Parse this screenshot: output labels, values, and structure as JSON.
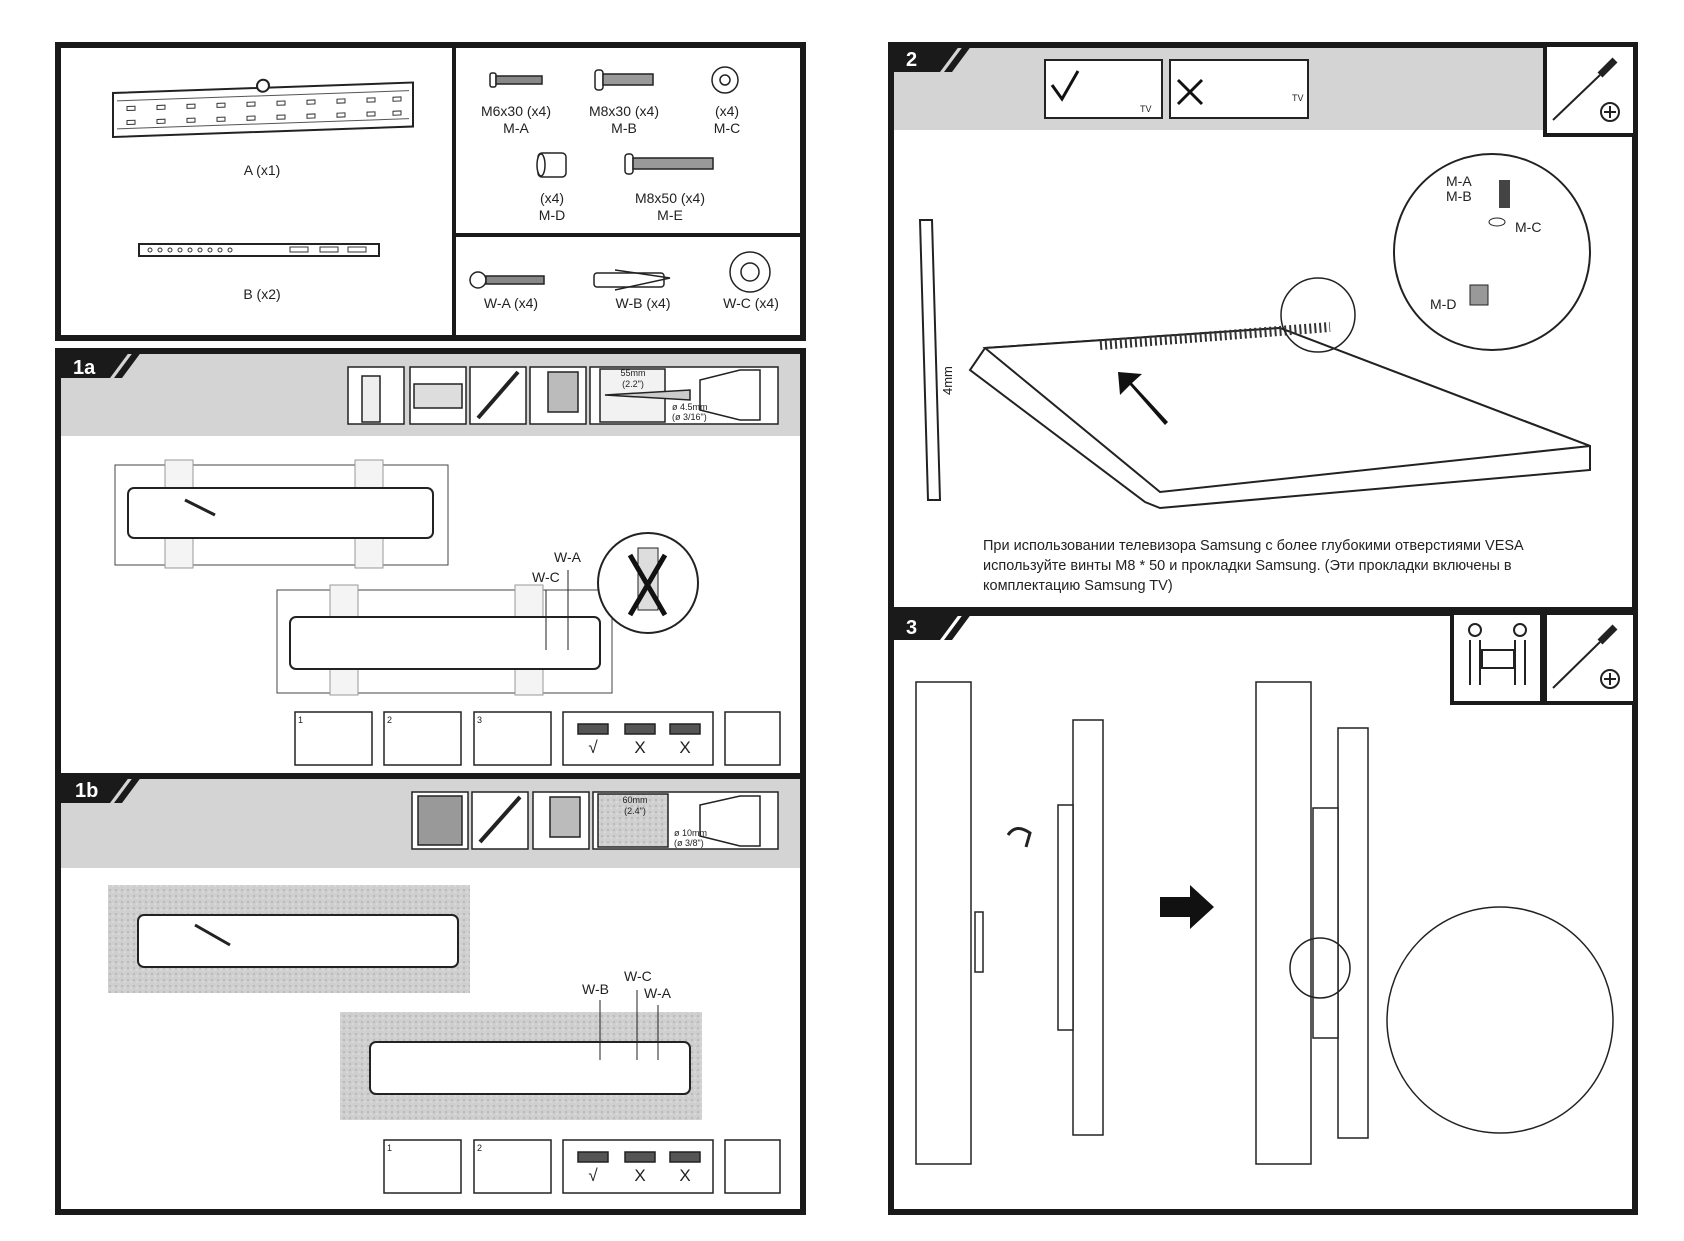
{
  "parts": {
    "bracket_a": "A (x1)",
    "bracket_b": "B (x2)",
    "m_a": {
      "size": "M6x30 (x4)",
      "code": "M-A"
    },
    "m_b": {
      "size": "M8x30 (x4)",
      "code": "M-B"
    },
    "m_c": {
      "size": "(x4)",
      "code": "M-C"
    },
    "m_d": {
      "size": "(x4)",
      "code": "M-D"
    },
    "m_e": {
      "size": "M8x50 (x4)",
      "code": "M-E"
    },
    "w_a": "W-A (x4)",
    "w_b": "W-B (x4)",
    "w_c": "W-C (x4)"
  },
  "step_1a": {
    "number": "1a",
    "drill_depth": "55mm",
    "drill_depth_in": "(2.2\")",
    "drill_dia": "ø 4.5mm",
    "drill_dia_in": "(ø 3/16\")",
    "label_wa": "W-A",
    "label_wc": "W-C",
    "substeps": [
      "1",
      "2",
      "3"
    ],
    "level_marks": [
      "√",
      "X",
      "X"
    ]
  },
  "step_1b": {
    "number": "1b",
    "drill_depth": "60mm",
    "drill_depth_in": "(2.4\")",
    "drill_dia": "ø 10mm",
    "drill_dia_in": "(ø 3/8\")",
    "label_wb": "W-B",
    "label_wc": "W-C",
    "label_wa": "W-A",
    "substeps": [
      "1",
      "2"
    ],
    "level_marks": [
      "√",
      "X",
      "X"
    ]
  },
  "step_2": {
    "number": "2",
    "tv_tag": "TV",
    "label_ma": "M-A",
    "label_mb": "M-B",
    "label_mc": "M-C",
    "label_md": "M-D",
    "gap": "4mm",
    "note": "При использовании телевизора Samsung с более глубокими отверстиями VESA используйте винты M8 * 50 и прокладки Samsung. (Эти прокладки  включены в комплектацию  Samsung TV)"
  },
  "step_3": {
    "number": "3"
  }
}
